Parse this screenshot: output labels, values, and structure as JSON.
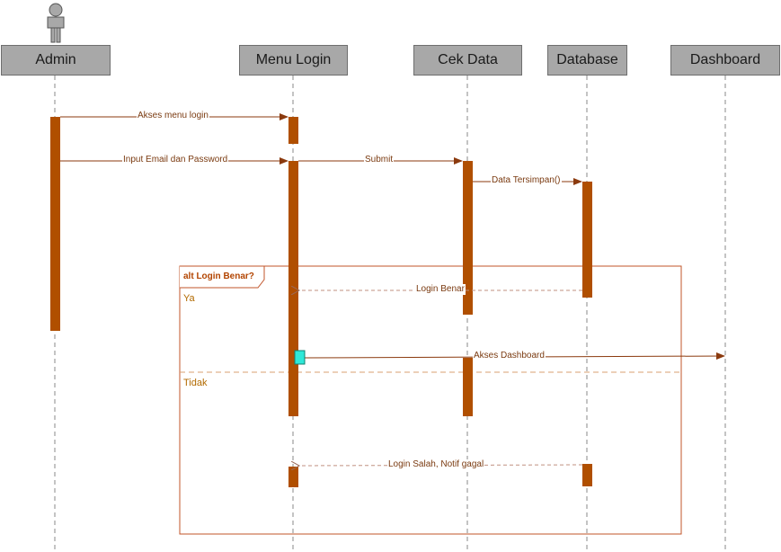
{
  "diagram": {
    "type": "sequence",
    "lifelines": [
      {
        "id": "admin",
        "label": "Admin",
        "actor": true
      },
      {
        "id": "menu_login",
        "label": "Menu Login"
      },
      {
        "id": "cek_data",
        "label": "Cek Data"
      },
      {
        "id": "database",
        "label": "Database"
      },
      {
        "id": "dashboard",
        "label": "Dashboard"
      }
    ],
    "messages": [
      {
        "label": "Akses menu login",
        "from": "admin",
        "to": "menu_login",
        "style": "sync"
      },
      {
        "label": "Input Email dan Password",
        "from": "admin",
        "to": "menu_login",
        "style": "sync"
      },
      {
        "label": "Submit",
        "from": "menu_login",
        "to": "cek_data",
        "style": "sync"
      },
      {
        "label": "Data Tersimpan()",
        "from": "cek_data",
        "to": "database",
        "style": "sync"
      },
      {
        "label": "Login Benar",
        "from": "database",
        "to": "menu_login",
        "style": "return"
      },
      {
        "label": "Akses Dashboard",
        "from": "menu_login",
        "to": "dashboard",
        "style": "sync"
      },
      {
        "label": "Login Salah, Notif gagal",
        "from": "database",
        "to": "menu_login",
        "style": "return"
      }
    ],
    "fragment": {
      "label": "alt Login Benar?",
      "guards": [
        "Ya",
        "Tidak"
      ]
    },
    "colors": {
      "activation": "#b04f00",
      "lifeline_box": "#a8a8a8",
      "message": "#8b3a0e",
      "frame": "#c0542a",
      "marker": "#2ee8d8"
    }
  }
}
